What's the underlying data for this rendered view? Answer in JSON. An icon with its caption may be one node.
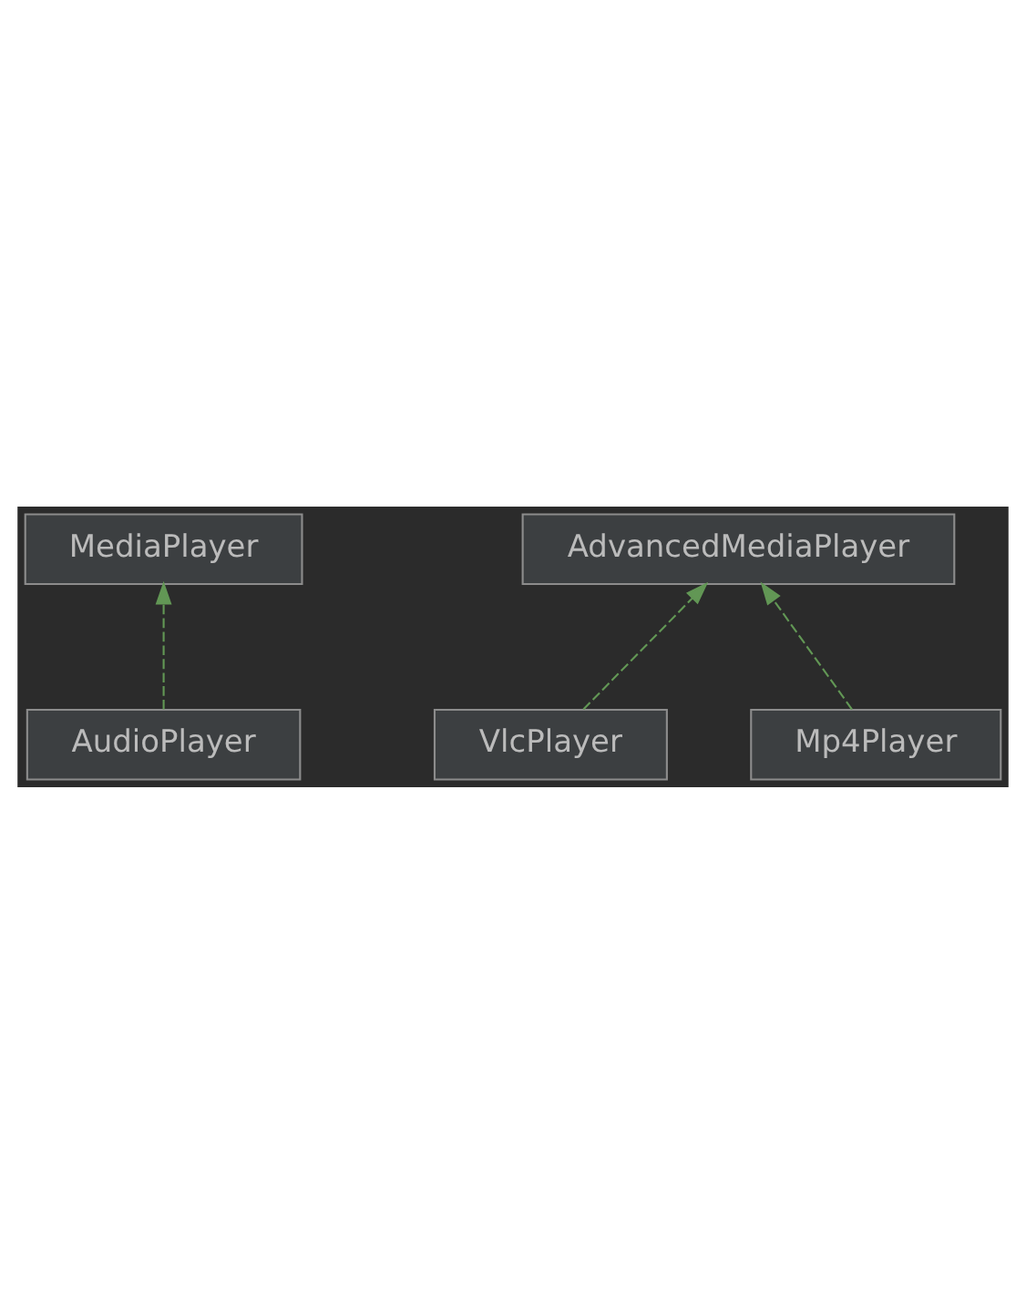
{
  "diagram": {
    "nodes": [
      {
        "text": [
          "MediaPlayer"
        ]
      },
      {
        "text": [
          "AudioPlayer"
        ]
      },
      {
        "text": [
          "AdvancedMediaPlayer"
        ]
      },
      {
        "text": [
          "VlcPlayer"
        ]
      },
      {
        "text": [
          "Mp4Player"
        ]
      }
    ],
    "edges": [
      {
        "from": 1,
        "to": 0,
        "arrow": "to",
        "style": "dashed"
      },
      {
        "from": 3,
        "to": 2,
        "arrow": "to",
        "style": "dashed"
      },
      {
        "from": 4,
        "to": 2,
        "arrow": "to",
        "style": "dashed"
      }
    ]
  }
}
